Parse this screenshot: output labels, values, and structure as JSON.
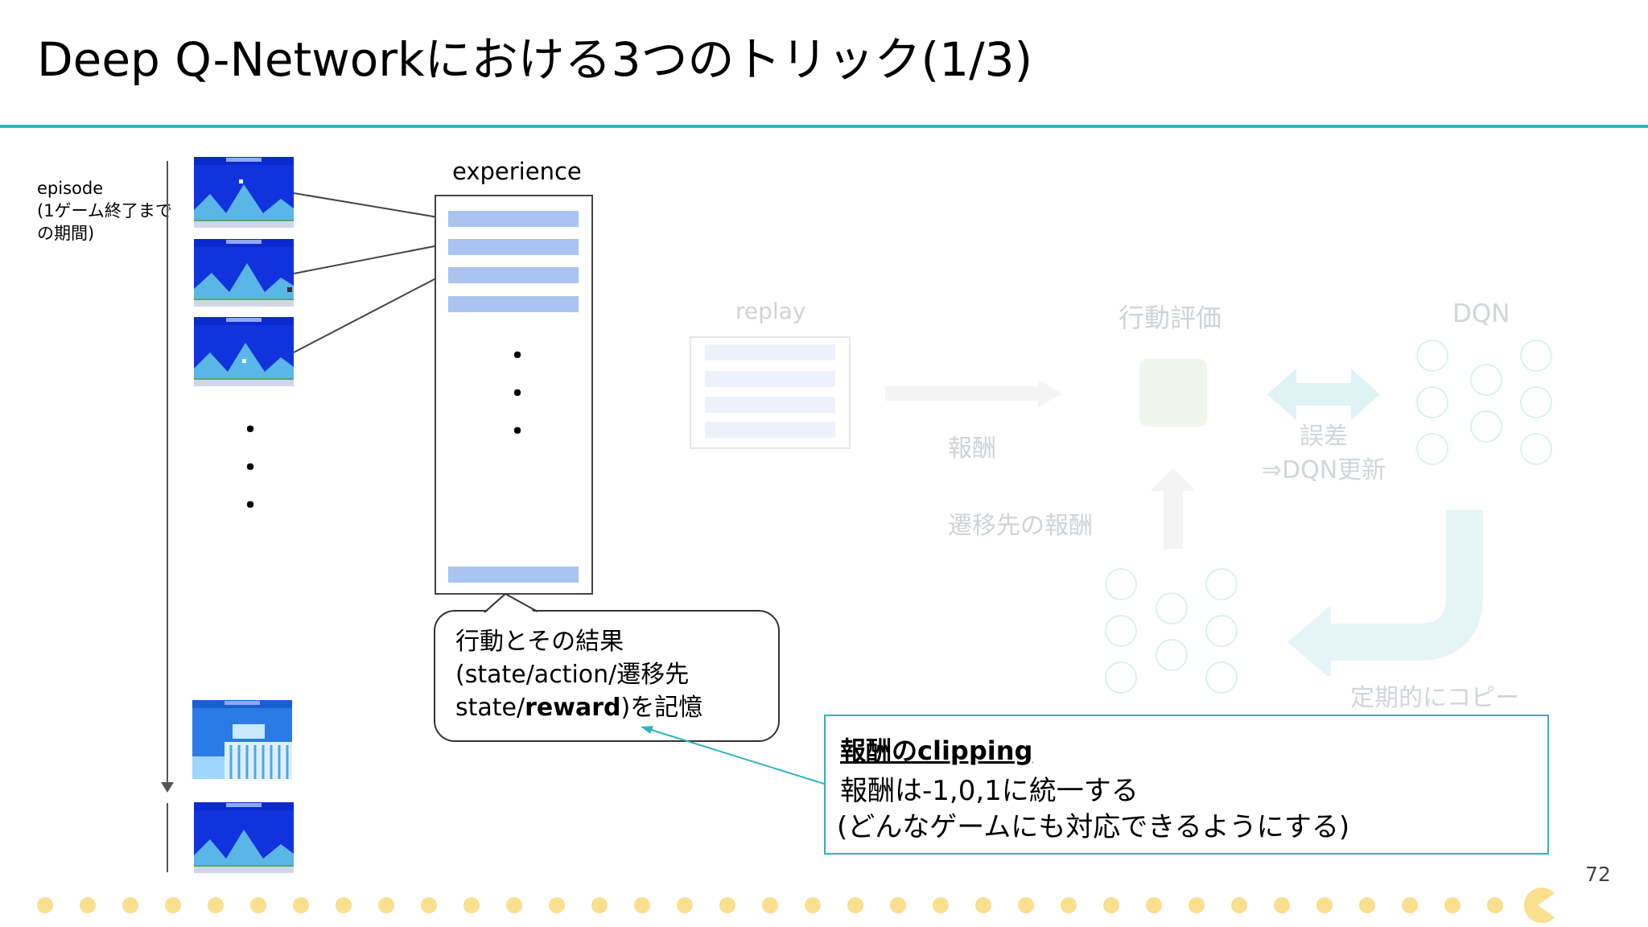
{
  "slide": {
    "title": "Deep Q-Networkにおける3つのトリック(1/3)",
    "page_number": "72"
  },
  "episode": {
    "label": "episode\n(1ゲーム終了までの期間)",
    "ellipsis": "・\n・\n・"
  },
  "experience": {
    "title": "experience",
    "ellipsis": "・\n・\n・",
    "bar_color": "#a9c4f0"
  },
  "memory_bubble": {
    "line1": "行動とその結果",
    "line2": "(state/action/遷移先",
    "line3_prefix": "state/",
    "line3_bold": "reward",
    "line3_suffix": ")を記憶"
  },
  "background_flow": {
    "replay_label": "replay",
    "reward_label": "報酬",
    "next_reward_label": "遷移先の報酬",
    "action_eval_label": "行動評価",
    "error_label": "誤差\n⇒DQN更新",
    "dqn_label": "DQN",
    "copy_label": "定期的にコピー"
  },
  "clipping_box": {
    "title": "報酬のclipping",
    "line1": "報酬は-1,0,1に統一する",
    "line2": "(どんなゲームにも対応できるようにする)"
  },
  "colors": {
    "accent": "#2fb4c0",
    "dot": "#f9df8e",
    "faded_text": "#cfd3d6"
  }
}
